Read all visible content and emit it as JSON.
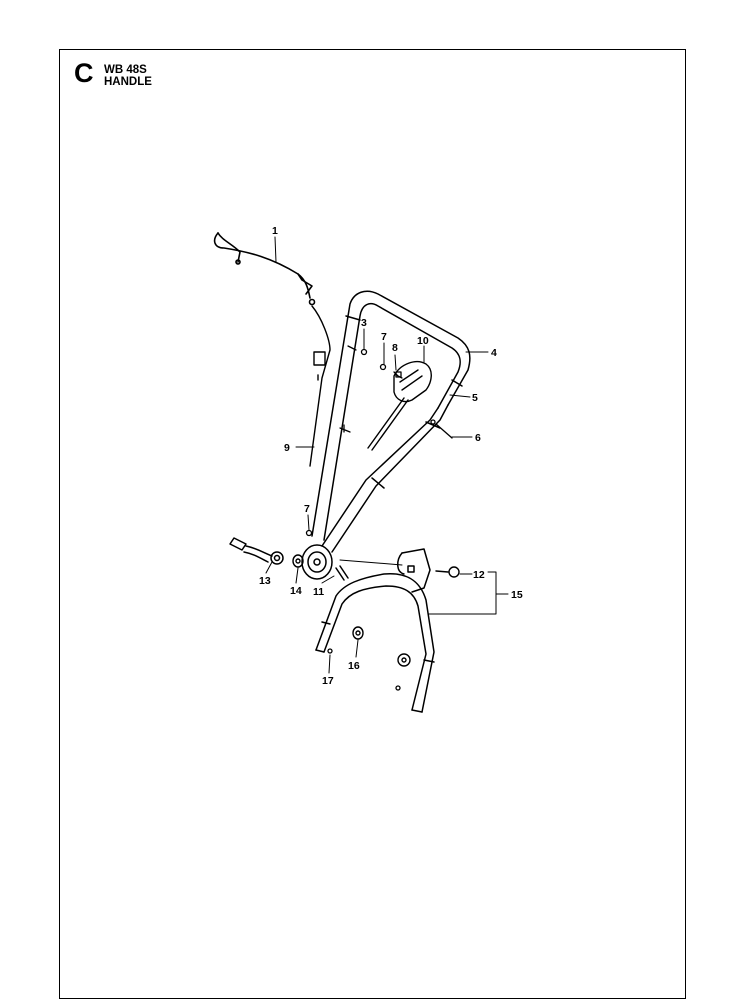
{
  "header": {
    "section_letter": "C",
    "model": "WB 48S",
    "part_group": "HANDLE"
  },
  "callouts": {
    "c1": "1",
    "c3": "3",
    "c4": "4",
    "c5": "5",
    "c6": "6",
    "c7a": "7",
    "c7b": "7",
    "c8": "8",
    "c9": "9",
    "c10": "10",
    "c11": "11",
    "c12": "12",
    "c13": "13",
    "c14": "14",
    "c15": "15",
    "c16": "16",
    "c17": "17"
  },
  "colors": {
    "line": "#000000",
    "background": "#ffffff"
  }
}
